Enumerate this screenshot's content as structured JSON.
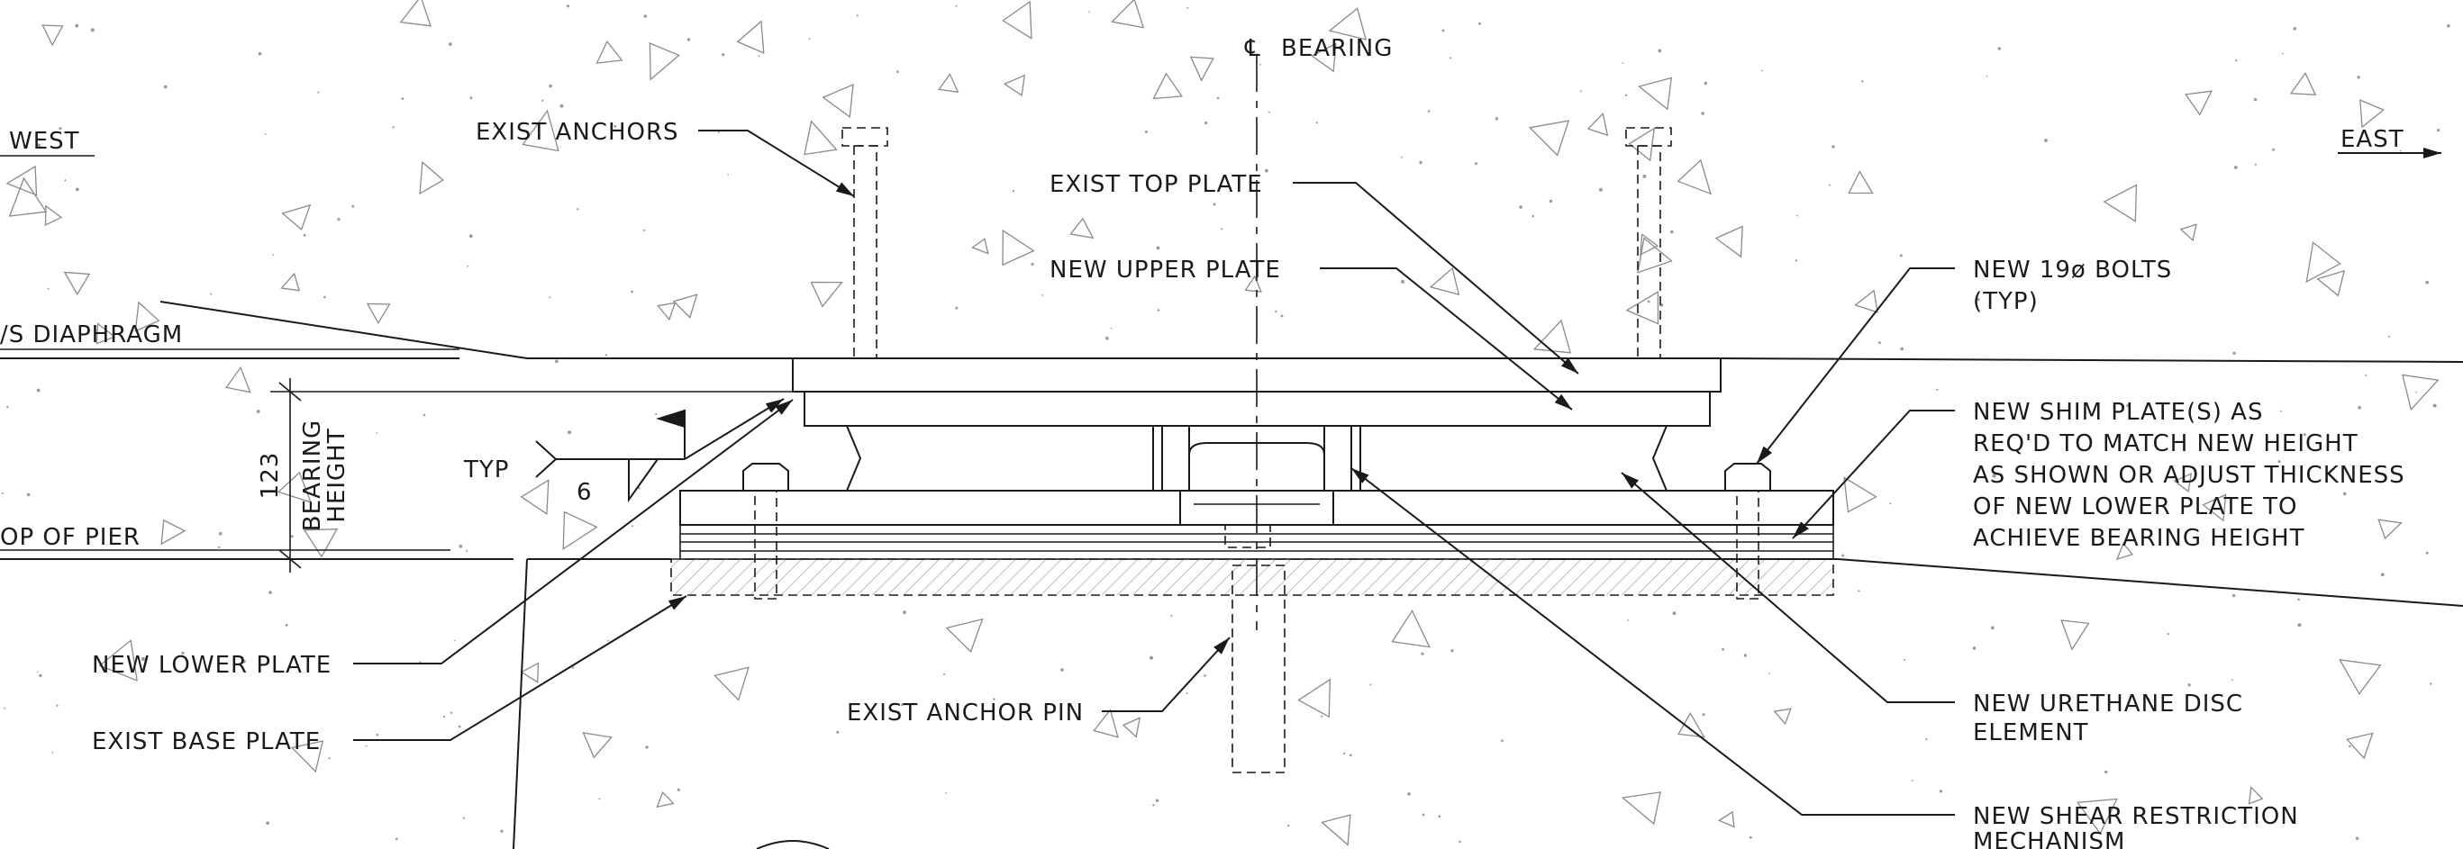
{
  "drawing": {
    "center_label": "BEARING",
    "centerline_symbol": "℄",
    "west": "WEST",
    "east": "EAST",
    "diaphragm": "/S DIAPHRAGM",
    "top_of_pier": "OP OF PIER",
    "exist_anchors": "EXIST ANCHORS",
    "exist_top_plate": "EXIST TOP PLATE",
    "new_upper_plate": "NEW UPPER PLATE",
    "new_bolts": [
      "NEW 19ø BOLTS",
      "(TYP)"
    ],
    "new_shim": [
      "NEW SHIM PLATE(S) AS",
      "REQ'D TO MATCH NEW HEIGHT",
      "AS SHOWN OR ADJUST THICKNESS",
      "OF NEW LOWER PLATE TO",
      "ACHIEVE BEARING HEIGHT"
    ],
    "new_urethane": [
      "NEW URETHANE DISC",
      "ELEMENT"
    ],
    "new_shear": [
      "NEW SHEAR RESTRICTION",
      "MECHANISM"
    ],
    "new_lower_plate": "NEW LOWER PLATE",
    "exist_base_plate": "EXIST BASE PLATE",
    "exist_anchor_pin": "EXIST ANCHOR PIN",
    "bearing_height_value": "123",
    "bearing_height_label": [
      "BEARING",
      "HEIGHT"
    ],
    "weld_typ": "TYP",
    "weld_size": "6"
  },
  "colors": {
    "line": "#1a1a1a",
    "hatch": "#555555",
    "concrete": "#8a8a8a",
    "element_fill": "#e6e6e6"
  }
}
